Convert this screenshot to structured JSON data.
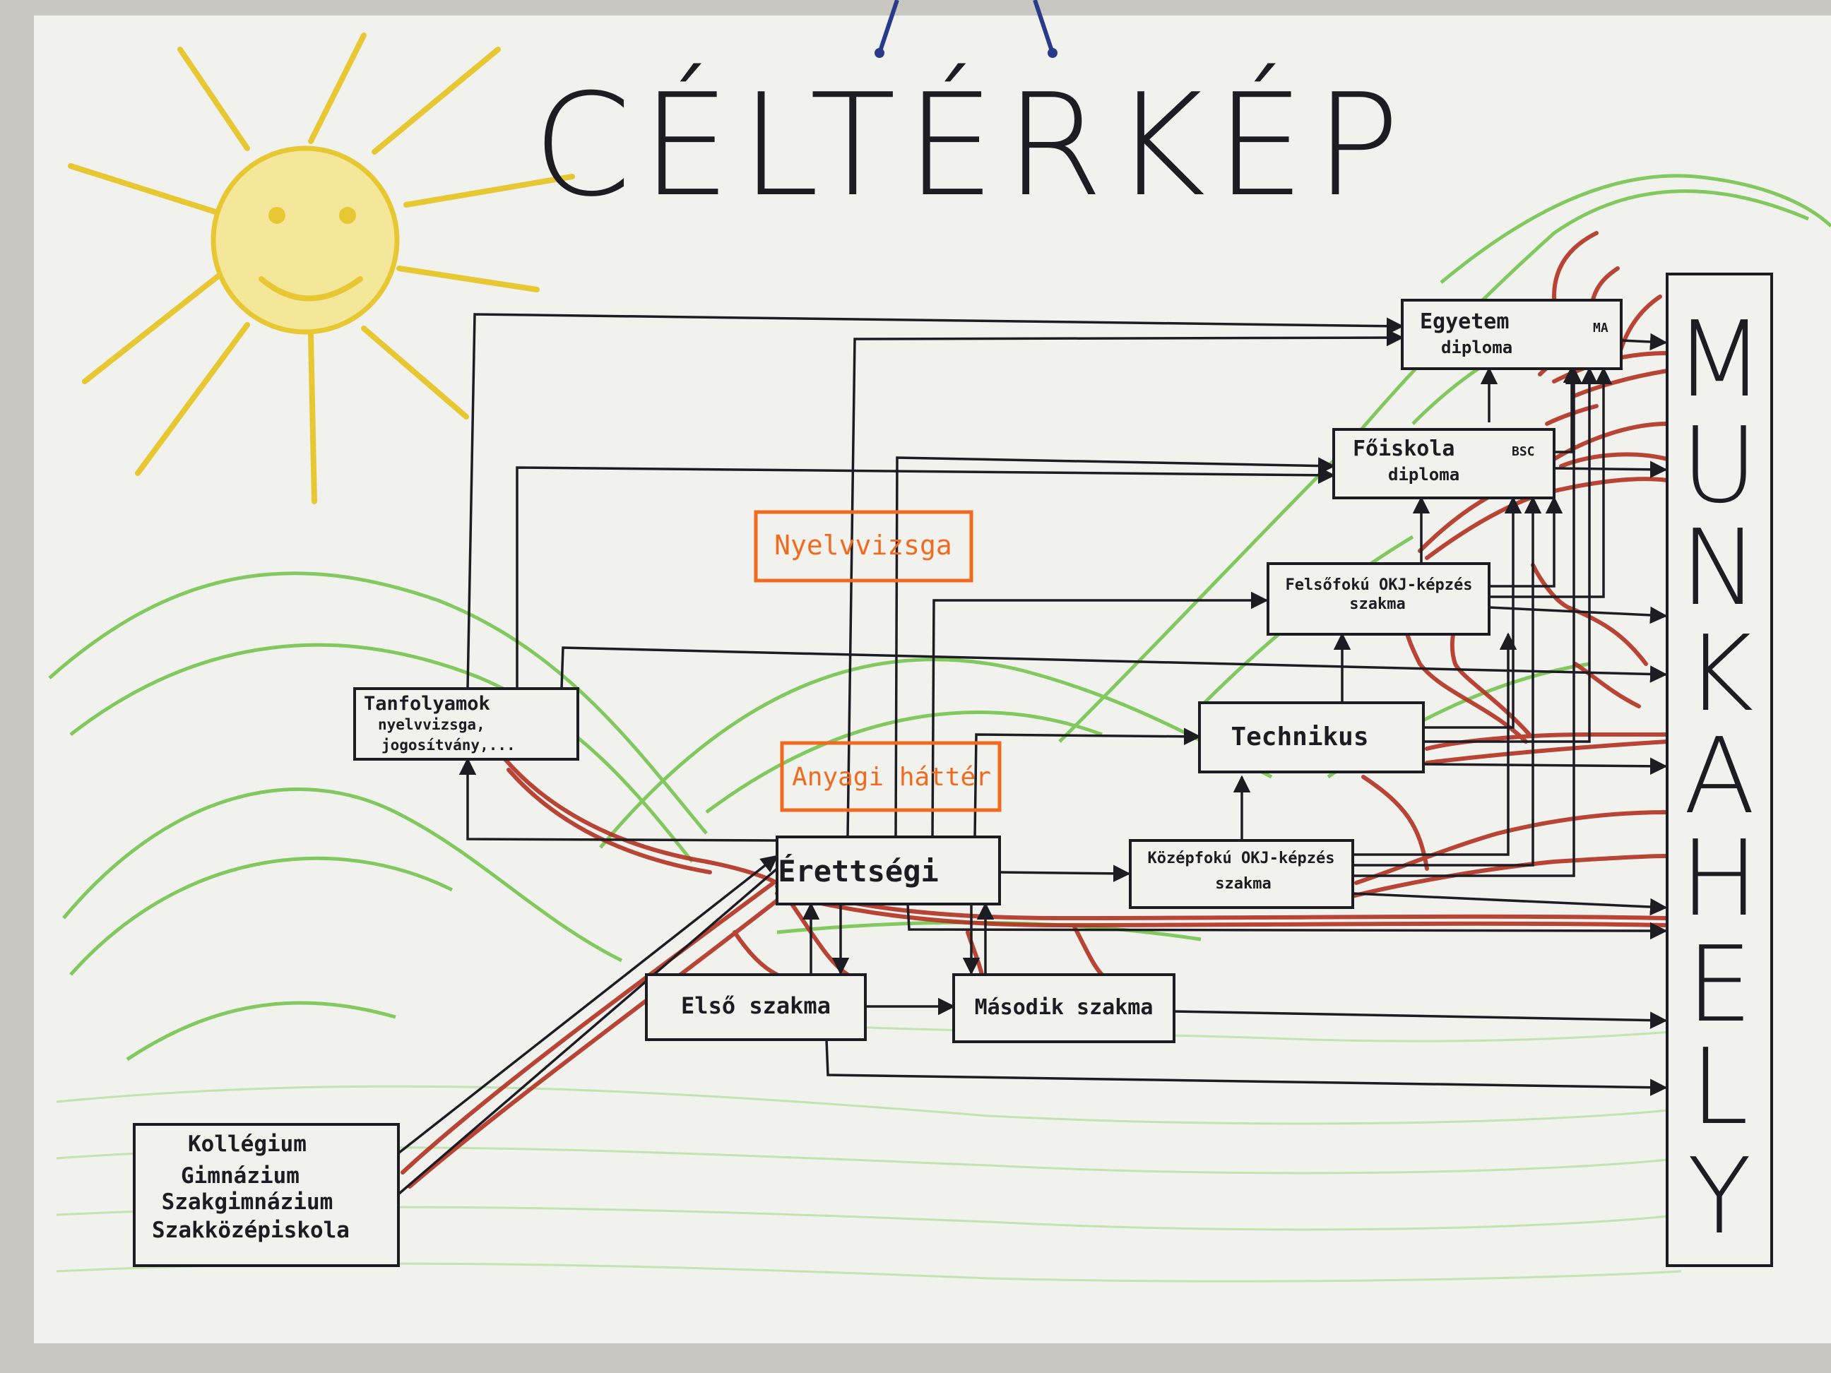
{
  "title": "CÉLTÉRKÉP",
  "side_label_letters": [
    "M",
    "U",
    "N",
    "K",
    "A",
    "H",
    "E",
    "L",
    "Y"
  ],
  "boxes": {
    "kollegium": [
      "Kollégium",
      "Gimnázium",
      "Szakgimnázium",
      "Szakközépiskola"
    ],
    "elso_szakma": "Első szakma",
    "masodik_szakma": "Második szakma",
    "erettsegi": "Érettségi",
    "tanfolyamok": [
      "Tanfolyamok",
      "nyelvvizsga,",
      "jogosítvány,..."
    ],
    "kozepfoku": [
      "Középfokú OKJ-képzés",
      "szakma"
    ],
    "technikus": "Technikus",
    "felsofoku": [
      "Felsőfokú OKJ-képzés",
      "szakma"
    ],
    "foiskola": [
      "Főiskola",
      "diploma"
    ],
    "foiskola_tag": "BSC",
    "egyetem": [
      "Egyetem",
      "diploma"
    ],
    "egyetem_tag": "MA"
  },
  "labels": {
    "nyelvvizsga": "Nyelvvizsga",
    "anyagi_hatter": "Anyagi háttér"
  },
  "colors": {
    "ink": "#1c1c22",
    "paper": "#f1f1ee",
    "sun": "#e8c832",
    "hills": "#6ec246",
    "path": "#b23222",
    "label": "#f06a20"
  }
}
